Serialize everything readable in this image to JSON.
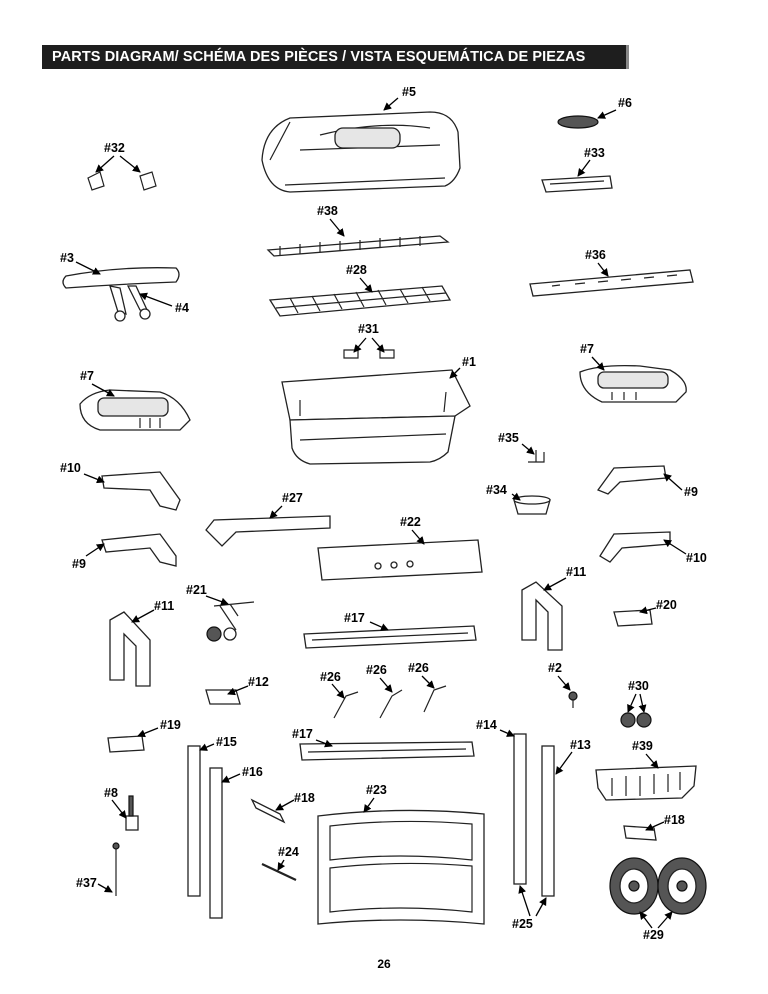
{
  "header": {
    "title": "PARTS DIAGRAM/ SCHÉMA DES PIÈCES / VISTA ESQUEMÁTICA DE PIEZAS"
  },
  "labels": {
    "p1": "#1",
    "p2": "#2",
    "p3": "#3",
    "p4": "#4",
    "p5": "#5",
    "p6": "#6",
    "p7a": "#7",
    "p7b": "#7",
    "p8": "#8",
    "p9a": "#9",
    "p9b": "#9",
    "p10a": "#10",
    "p10b": "#10",
    "p11a": "#11",
    "p11b": "#11",
    "p12": "#12",
    "p13": "#13",
    "p14": "#14",
    "p15": "#15",
    "p16": "#16",
    "p17a": "#17",
    "p17b": "#17",
    "p18a": "#18",
    "p18b": "#18",
    "p19": "#19",
    "p20": "#20",
    "p21": "#21",
    "p22": "#22",
    "p23": "#23",
    "p24": "#24",
    "p25": "#25",
    "p26a": "#26",
    "p26b": "#26",
    "p26c": "#26",
    "p27": "#27",
    "p28": "#28",
    "p29": "#29",
    "p30": "#30",
    "p31": "#31",
    "p32": "#32",
    "p33": "#33",
    "p34": "#34",
    "p35": "#35",
    "p36": "#36",
    "p37": "#37",
    "p38": "#38",
    "p39": "#39"
  },
  "footer": {
    "page_number": "26"
  }
}
